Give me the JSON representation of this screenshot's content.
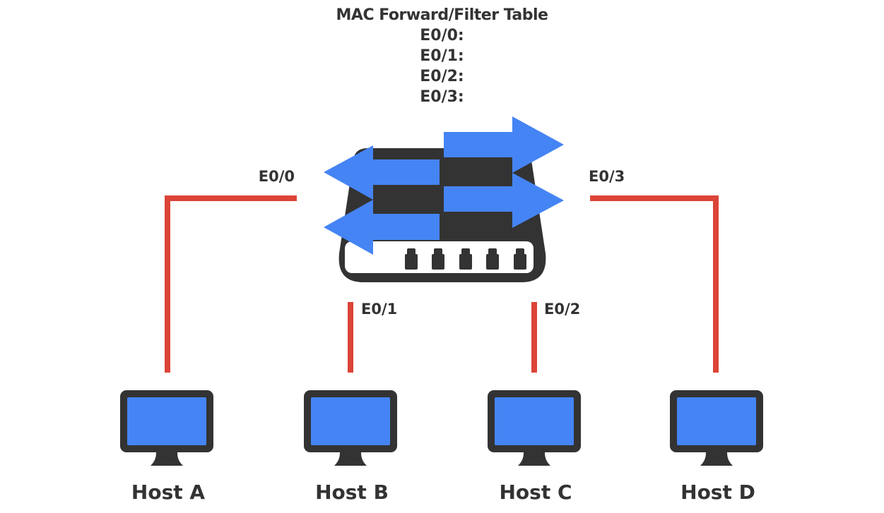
{
  "colors": {
    "dark": "#333333",
    "blue": "#4584F4",
    "red": "#DB4437",
    "white": "#ffffff"
  },
  "header": {
    "title": "MAC Forward/Filter Table",
    "entries": [
      "E0/0:",
      "E0/1:",
      "E0/2:",
      "E0/3:"
    ]
  },
  "switch": {
    "icon": "network-switch-with-arrows",
    "port_count": 5
  },
  "ports": [
    {
      "label": "E0/0"
    },
    {
      "label": "E0/1"
    },
    {
      "label": "E0/2"
    },
    {
      "label": "E0/3"
    }
  ],
  "hosts": [
    {
      "label": "Host A",
      "connected_port": "E0/0"
    },
    {
      "label": "Host B",
      "connected_port": "E0/1"
    },
    {
      "label": "Host C",
      "connected_port": "E0/2"
    },
    {
      "label": "Host D",
      "connected_port": "E0/3"
    }
  ]
}
